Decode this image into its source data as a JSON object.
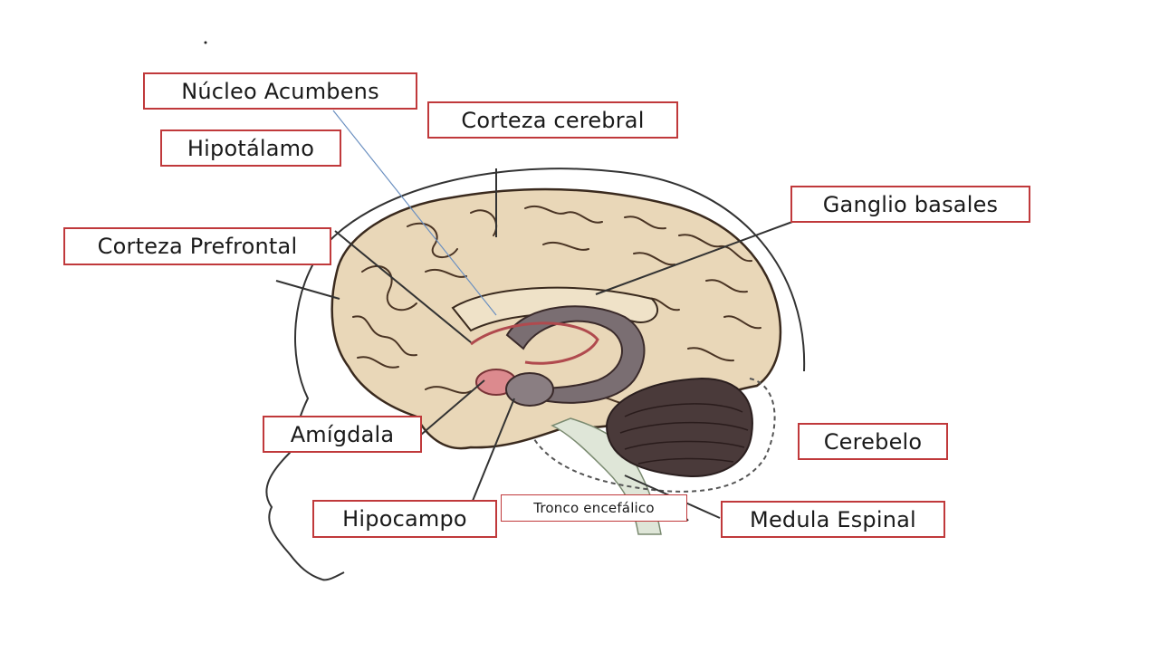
{
  "labels": {
    "nucleo_acumbens": "Núcleo Acumbens",
    "hipotalamo": "Hipotálamo",
    "corteza_cerebral": "Corteza cerebral",
    "ganglio_basales": "Ganglio basales",
    "corteza_prefrontal": "Corteza Prefrontal",
    "amigdala": "Amígdala",
    "cerebelo": "Cerebelo",
    "hipocampo": "Hipocampo",
    "tronco_encefalico": "Tronco encefálico",
    "medula_espinal": "Medula Espinal"
  },
  "colors": {
    "label_border": "#c0393b",
    "cortex": "#e9d7b8",
    "cortex_outline": "#3a2a1e",
    "cerebellum": "#4a3a3a",
    "limbic": "#7a6e72",
    "amygdala": "#dc8a8e"
  }
}
